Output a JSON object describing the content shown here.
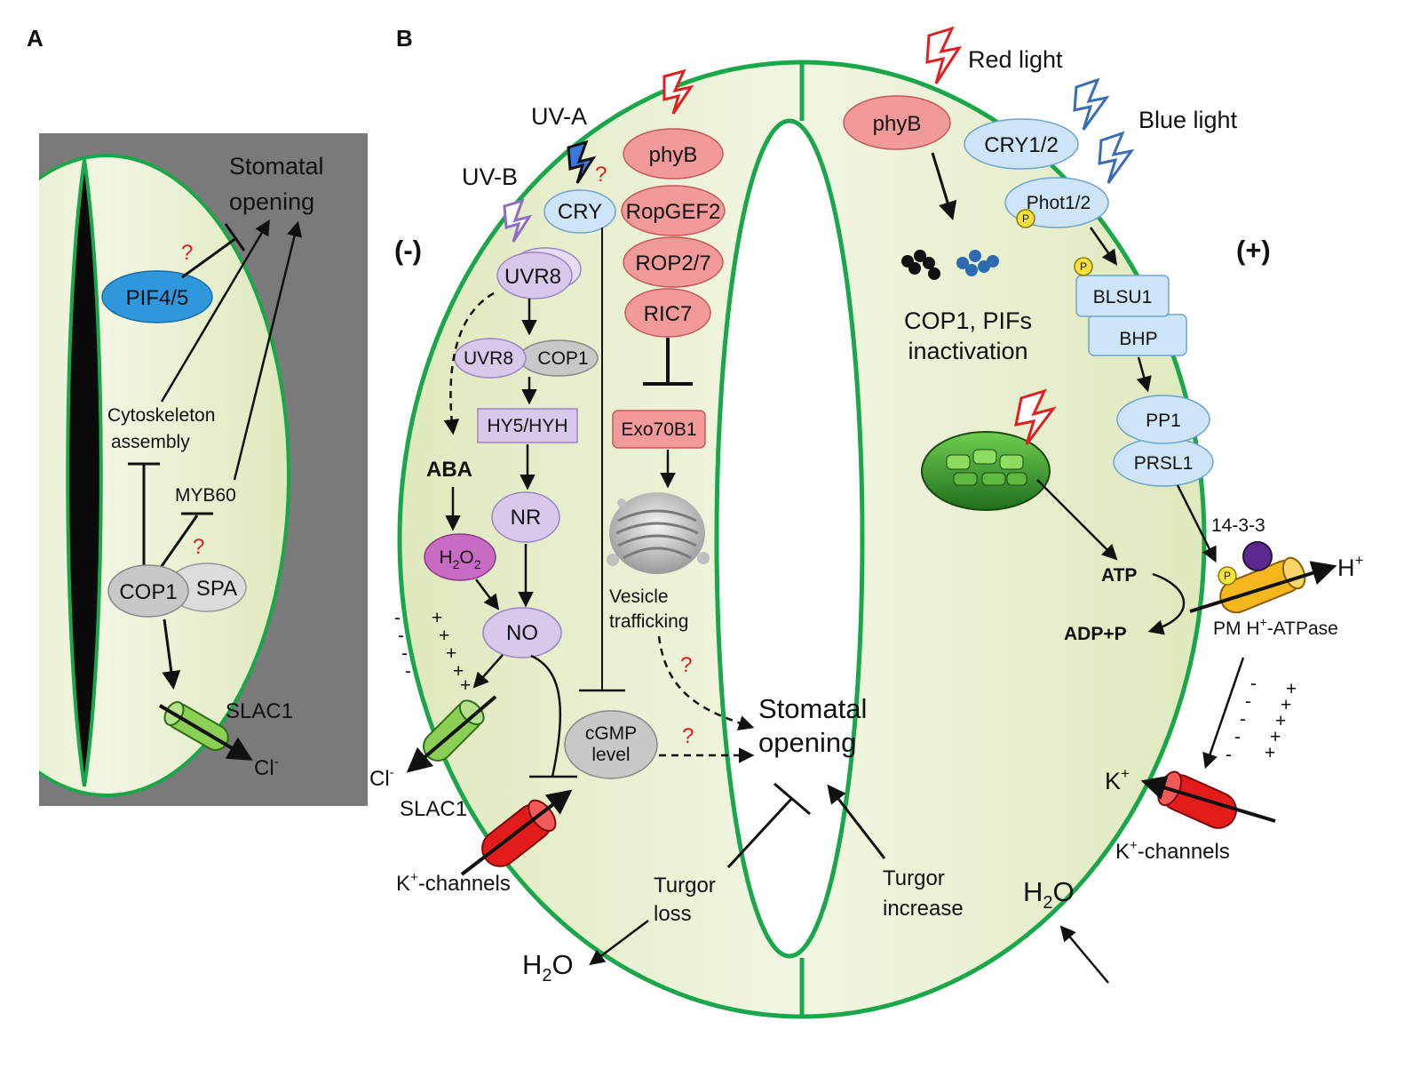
{
  "panel_a": {
    "letter": "A",
    "title_line1": "Stomatal",
    "title_line2": "opening",
    "pif": "PIF4/5",
    "cyto_line1": "Cytoskeleton",
    "cyto_line2": "assembly",
    "myb": "MYB60",
    "cop1": "COP1",
    "spa": "SPA",
    "slac1": "SLAC1",
    "cl_base": "Cl",
    "cl_sup": "-",
    "question": "?"
  },
  "panel_b": {
    "letter": "B",
    "minus_sign": "(-)",
    "plus_sign": "(+)",
    "uvb": "UV-B",
    "uva": "UV-A",
    "cry": "CRY",
    "uvr8": "UVR8",
    "uvr8_cop1_left": "UVR8",
    "uvr8_cop1_right": "COP1",
    "hy5": "HY5/HYH",
    "nr": "NR",
    "aba": "ABA",
    "h2o2_h": "H",
    "h2o2_2a": "2",
    "h2o2_o": "O",
    "h2o2_2b": "2",
    "no": "NO",
    "slac1": "SLAC1",
    "cl_base": "Cl",
    "cl_sup": "-",
    "k_channels_left": "-channels",
    "k_base": "K",
    "k_sup": "+",
    "red_stack": [
      "phyB",
      "RopGEF2",
      "ROP2/7",
      "RIC7"
    ],
    "exo70": "Exo70B1",
    "vesicle_line1": "Vesicle",
    "vesicle_line2": "trafficking",
    "cgmp_line1": "cGMP",
    "cgmp_line2": "level",
    "stomatal_line1": "Stomatal",
    "stomatal_line2": "opening",
    "turgor_loss_line1": "Turgor",
    "turgor_loss_line2": "loss",
    "turgor_inc_line1": "Turgor",
    "turgor_inc_line2": "increase",
    "h2o_h": "H",
    "h2o_2": "2",
    "h2o_o": "O",
    "red_light": "Red light",
    "blue_light": "Blue light",
    "phyb_right": "phyB",
    "cry12": "CRY1/2",
    "phot12": "Phot1/2",
    "p_badge": "P",
    "cop1_pifs_line1": "COP1, PIFs",
    "cop1_pifs_line2": "inactivation",
    "blsu1": "BLSU1",
    "bhp": "BHP",
    "pp1": "PP1",
    "prsl1": "PRSL1",
    "protein_1433": "14-3-3",
    "atp": "ATP",
    "adp": "ADP+P",
    "h_plus_base": "H",
    "h_plus_sup": "+",
    "pm_atpase_pre": "PM H",
    "pm_atpase_sup": "+",
    "pm_atpase_post": "-ATPase",
    "k_channels_right": "-channels",
    "question": "?",
    "minus_char": "-",
    "plus_char": "+"
  },
  "colors": {
    "cell_fill": "#e6eec8",
    "cell_outline": "#1aa64a",
    "panel_a_bg": "#7a7a7a",
    "purple": "#d8c8ec",
    "light_blue": "#cde5f7",
    "red_pink": "#f29a9a",
    "grey_node": "#c8c8c8",
    "pif_blue": "#2f97db",
    "channel_green": "#8ccf55",
    "channel_red": "#e31b1b",
    "pump_orange": "#f5b71e",
    "protein_purple": "#5a2a8e",
    "p_yellow": "#f6e23a"
  }
}
